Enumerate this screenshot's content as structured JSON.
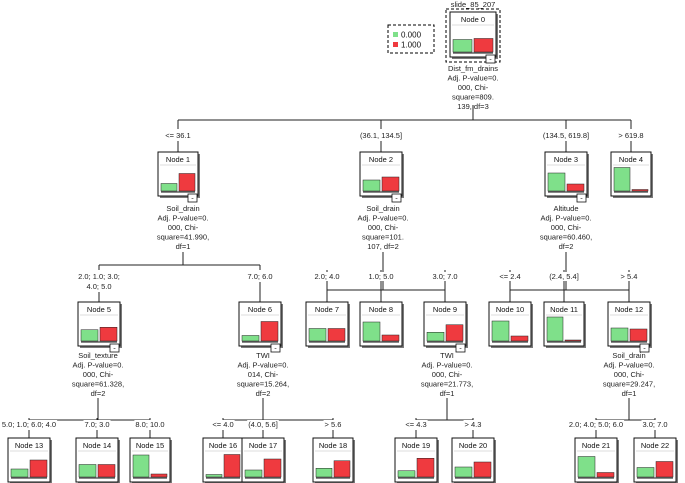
{
  "title": "slide_85_207",
  "colors": {
    "class0": "#7fe08a",
    "class1": "#ef3a3f"
  },
  "legend": {
    "items": [
      {
        "label": "0.000",
        "color": "#7fe08a"
      },
      {
        "label": "1.000",
        "color": "#ef3a3f"
      }
    ]
  },
  "nodes": [
    {
      "id": 0,
      "title": "Node 0",
      "p0": 0.48,
      "p1": 0.52,
      "collapse": "-",
      "split": [
        "Dist_fm_drains",
        "Adj. P-value=0.",
        "000, Chi-",
        "square=809.",
        "139, df=3"
      ]
    },
    {
      "id": 1,
      "title": "Node 1",
      "p0": 0.3,
      "p1": 0.7,
      "collapse": "-",
      "split": [
        "Soil_drain",
        "Adj. P-value=0.",
        "000, Chi-",
        "square=41.990,",
        "df=1"
      ]
    },
    {
      "id": 2,
      "title": "Node 2",
      "p0": 0.44,
      "p1": 0.56,
      "collapse": "-",
      "split": [
        "Soil_drain",
        "Adj. P-value=0.",
        "000, Chi-",
        "square=101.",
        "107, df=2"
      ]
    },
    {
      "id": 3,
      "title": "Node 3",
      "p0": 0.72,
      "p1": 0.28,
      "collapse": "-",
      "split": [
        "Altitude",
        "Adj. P-value=0.",
        "000, Chi-",
        "square=60.460,",
        "df=2"
      ]
    },
    {
      "id": 4,
      "title": "Node 4",
      "p0": 0.94,
      "p1": 0.06,
      "split": []
    },
    {
      "id": 5,
      "title": "Node 5",
      "p0": 0.45,
      "p1": 0.55,
      "collapse": "-",
      "split": [
        "Soil_texture",
        "Adj. P-value=0.",
        "000, Chi-",
        "square=61.328,",
        "df=2"
      ]
    },
    {
      "id": 6,
      "title": "Node 6",
      "p0": 0.22,
      "p1": 0.78,
      "collapse": "-",
      "split": [
        "TWI",
        "Adj. P-value=0.",
        "014, Chi-",
        "square=15.264,",
        "df=2"
      ]
    },
    {
      "id": 7,
      "title": "Node 7",
      "p0": 0.5,
      "p1": 0.5,
      "split": []
    },
    {
      "id": 8,
      "title": "Node 8",
      "p0": 0.76,
      "p1": 0.24,
      "split": []
    },
    {
      "id": 9,
      "title": "Node 9",
      "p0": 0.35,
      "p1": 0.65,
      "collapse": "-",
      "split": [
        "TWI",
        "Adj. P-value=0.",
        "000, Chi-",
        "square=21.773,",
        "df=1"
      ]
    },
    {
      "id": 10,
      "title": "Node 10",
      "p0": 0.8,
      "p1": 0.2,
      "split": []
    },
    {
      "id": 11,
      "title": "Node 11",
      "p0": 0.96,
      "p1": 0.04,
      "split": []
    },
    {
      "id": 12,
      "title": "Node 12",
      "p0": 0.52,
      "p1": 0.48,
      "collapse": "-",
      "split": [
        "Soil_drain",
        "Adj. P-value=0.",
        "000, Chi-",
        "square=29.247,",
        "df=1"
      ]
    },
    {
      "id": 13,
      "title": "Node 13",
      "p0": 0.32,
      "p1": 0.68,
      "split": []
    },
    {
      "id": 14,
      "title": "Node 14",
      "p0": 0.5,
      "p1": 0.5,
      "split": []
    },
    {
      "id": 15,
      "title": "Node 15",
      "p0": 0.88,
      "p1": 0.12,
      "split": []
    },
    {
      "id": 16,
      "title": "Node 16",
      "p0": 0.1,
      "p1": 0.9,
      "split": []
    },
    {
      "id": 17,
      "title": "Node 17",
      "p0": 0.28,
      "p1": 0.72,
      "split": []
    },
    {
      "id": 18,
      "title": "Node 18",
      "p0": 0.35,
      "p1": 0.65,
      "split": []
    },
    {
      "id": 19,
      "title": "Node 19",
      "p0": 0.25,
      "p1": 0.75,
      "split": []
    },
    {
      "id": 20,
      "title": "Node 20",
      "p0": 0.4,
      "p1": 0.6,
      "split": []
    },
    {
      "id": 21,
      "title": "Node 21",
      "p0": 0.82,
      "p1": 0.18,
      "split": []
    },
    {
      "id": 22,
      "title": "Node 22",
      "p0": 0.38,
      "p1": 0.62,
      "split": []
    }
  ],
  "edges": [
    {
      "from": 0,
      "to": 1,
      "label": [
        "<= 36.1"
      ]
    },
    {
      "from": 0,
      "to": 2,
      "label": [
        "(36.1, 134.5]"
      ]
    },
    {
      "from": 0,
      "to": 3,
      "label": [
        "(134.5, 619.8]"
      ]
    },
    {
      "from": 0,
      "to": 4,
      "label": [
        "> 619.8"
      ]
    },
    {
      "from": 1,
      "to": 5,
      "label": [
        "2.0; 1.0; 3.0;",
        "4.0; 5.0"
      ]
    },
    {
      "from": 1,
      "to": 6,
      "label": [
        "7.0; 6.0"
      ]
    },
    {
      "from": 2,
      "to": 7,
      "label": [
        "2.0; 4.0"
      ]
    },
    {
      "from": 2,
      "to": 8,
      "label": [
        "1.0; 5.0"
      ]
    },
    {
      "from": 2,
      "to": 9,
      "label": [
        "3.0; 7.0"
      ]
    },
    {
      "from": 3,
      "to": 10,
      "label": [
        "<= 2.4"
      ]
    },
    {
      "from": 3,
      "to": 11,
      "label": [
        "(2.4, 5.4]"
      ]
    },
    {
      "from": 3,
      "to": 12,
      "label": [
        "> 5.4"
      ]
    },
    {
      "from": 5,
      "to": 13,
      "label": [
        "5.0; 1.0; 6.0; 4.0"
      ]
    },
    {
      "from": 5,
      "to": 14,
      "label": [
        "7.0; 3.0"
      ]
    },
    {
      "from": 5,
      "to": 15,
      "label": [
        "8.0; 10.0"
      ]
    },
    {
      "from": 6,
      "to": 16,
      "label": [
        "<= 4.0"
      ]
    },
    {
      "from": 6,
      "to": 17,
      "label": [
        "(4.0, 5.6]"
      ]
    },
    {
      "from": 6,
      "to": 18,
      "label": [
        "> 5.6"
      ]
    },
    {
      "from": 9,
      "to": 19,
      "label": [
        "<= 4.3"
      ]
    },
    {
      "from": 9,
      "to": 20,
      "label": [
        "> 4.3"
      ]
    },
    {
      "from": 12,
      "to": 21,
      "label": [
        "2.0; 4.0; 5.0; 6.0"
      ]
    },
    {
      "from": 12,
      "to": 22,
      "label": [
        "3.0; 7.0"
      ]
    }
  ]
}
